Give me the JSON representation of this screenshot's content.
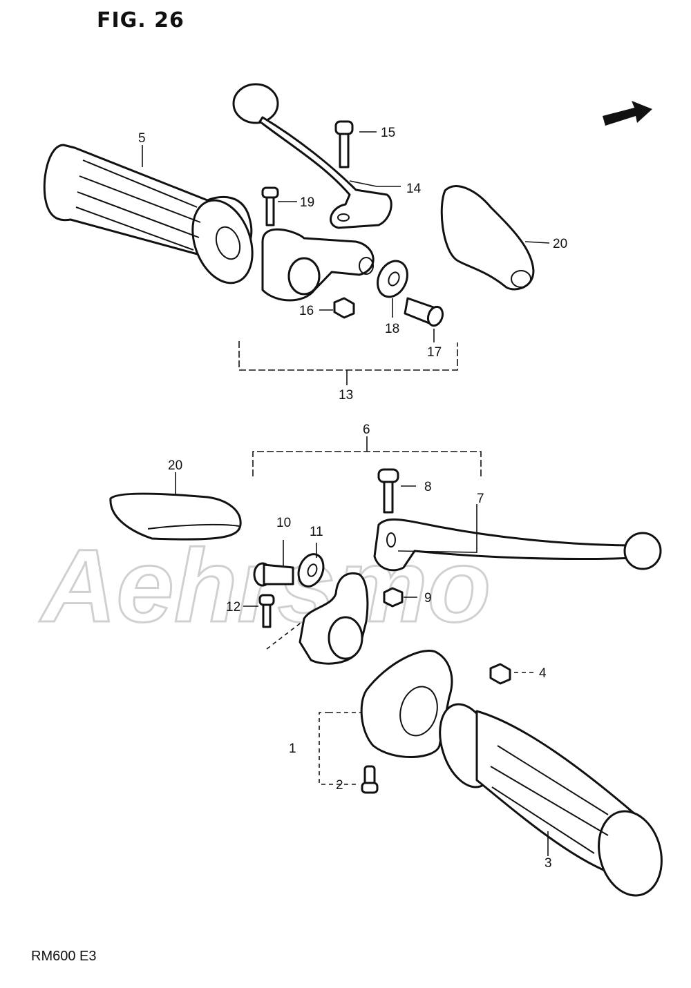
{
  "figure": {
    "title": "FIG. 26",
    "model": "RM600 E3",
    "watermark": "Aehrsmo"
  },
  "callouts": [
    {
      "id": "c1",
      "text": "1"
    },
    {
      "id": "c2",
      "text": "2"
    },
    {
      "id": "c3",
      "text": "3"
    },
    {
      "id": "c4",
      "text": "4"
    },
    {
      "id": "c5",
      "text": "5"
    },
    {
      "id": "c6",
      "text": "6"
    },
    {
      "id": "c7",
      "text": "7"
    },
    {
      "id": "c8",
      "text": "8"
    },
    {
      "id": "c9",
      "text": "9"
    },
    {
      "id": "c10",
      "text": "10"
    },
    {
      "id": "c11",
      "text": "11"
    },
    {
      "id": "c12",
      "text": "12"
    },
    {
      "id": "c13",
      "text": "13"
    },
    {
      "id": "c14",
      "text": "14"
    },
    {
      "id": "c15",
      "text": "15"
    },
    {
      "id": "c16",
      "text": "16"
    },
    {
      "id": "c17",
      "text": "17"
    },
    {
      "id": "c18",
      "text": "18"
    },
    {
      "id": "c19",
      "text": "19"
    },
    {
      "id": "c20a",
      "text": "20"
    },
    {
      "id": "c20b",
      "text": "20"
    }
  ],
  "icons": [
    "front-direction-arrow-icon"
  ]
}
